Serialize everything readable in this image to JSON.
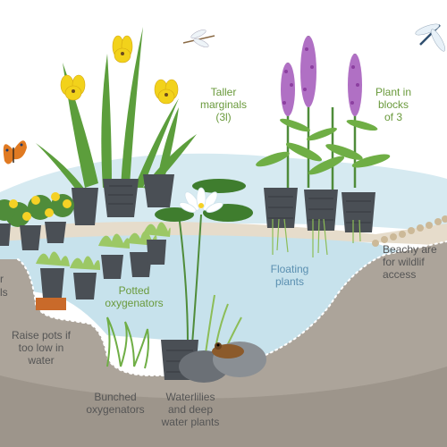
{
  "labels": {
    "taller_marginals": "Taller\nmarginals\n(3l)",
    "plant_blocks": "Plant in\nblocks\nof 3",
    "beachy_area": "Beachy are\nfor wildlif\naccess",
    "floating_plants": "Floating\nplants",
    "potted_oxygenators": "Potted\noxygenators",
    "raise_pots": "Raise pots if\ntoo low in\nwater",
    "bunched_oxygenators": "Bunched\noxygenators",
    "waterlilies": "Waterlilies\nand deep\nwater plants",
    "left_edge_r": "r",
    "left_edge_ls": "ls"
  },
  "colors": {
    "water_surface": "#cfe6ee",
    "water_deep": "#bcdde8",
    "soil": "#b0a89e",
    "soil_dark": "#9a9188",
    "sand": "#e8dccb",
    "plant_green": "#6fae45",
    "dark_green": "#3f7d2e",
    "pot": "#4a4f55",
    "iris_yellow": "#f2d21b",
    "loosestrife_purple": "#a45bb8",
    "marigold_yellow": "#f5d125",
    "butterfly_orange": "#e07a22",
    "lily_white": "#ffffff",
    "pond_edge": "#d9cdb8"
  },
  "icons": [
    "butterfly-icon",
    "dragonfly-icon",
    "damselfly-icon",
    "frog-icon",
    "water-lily-icon",
    "iris-flower-icon",
    "loosestrife-icon",
    "marigold-icon"
  ]
}
